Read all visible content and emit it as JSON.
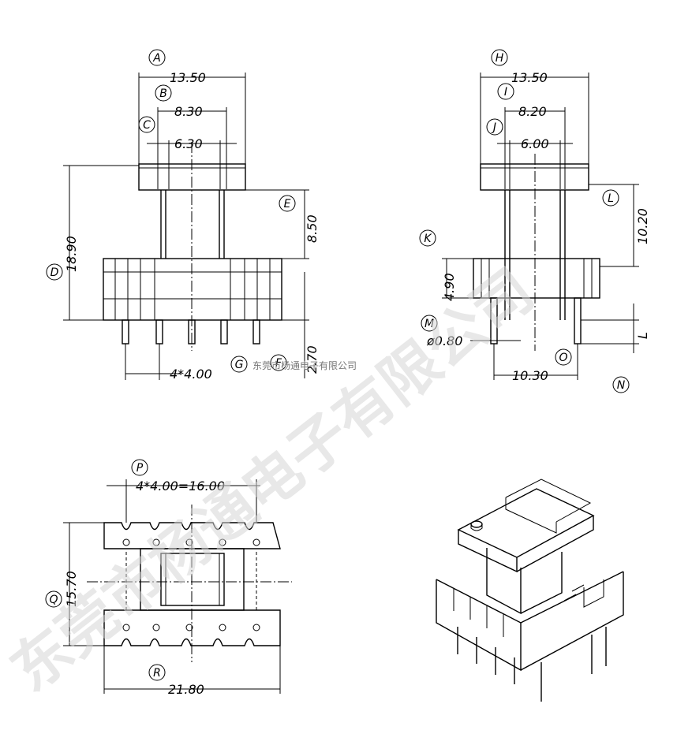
{
  "watermark": {
    "text": "东莞市杨通电子有限公司",
    "caption": "东莞市杨通电子有限公司"
  },
  "callouts": [
    "A",
    "B",
    "C",
    "D",
    "E",
    "F",
    "G",
    "H",
    "I",
    "J",
    "K",
    "L",
    "M",
    "N",
    "O",
    "P",
    "Q",
    "R"
  ],
  "front_view": {
    "A": "13.50",
    "B": "8.30",
    "C": "6.30",
    "D": "18.90",
    "E": "8.50",
    "F": "2.70",
    "G": "4*4.00"
  },
  "side_view": {
    "H": "13.50",
    "I": "8.20",
    "J": "6.00",
    "K": "4.90",
    "L": "10.20",
    "L_short": "L",
    "M": "ø0.80",
    "O": "10.30"
  },
  "top_view": {
    "P": "4*4.00=16.00",
    "Q": "15.70",
    "R": "21.80"
  }
}
